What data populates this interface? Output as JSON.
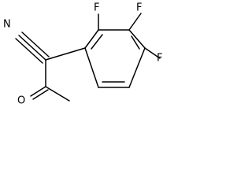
{
  "molecule": {
    "atoms": {
      "nitrogen": "N",
      "oxygen": "O",
      "fluorine_top_left": "F",
      "fluorine_top_right": "F",
      "fluorine_right": "F"
    }
  }
}
